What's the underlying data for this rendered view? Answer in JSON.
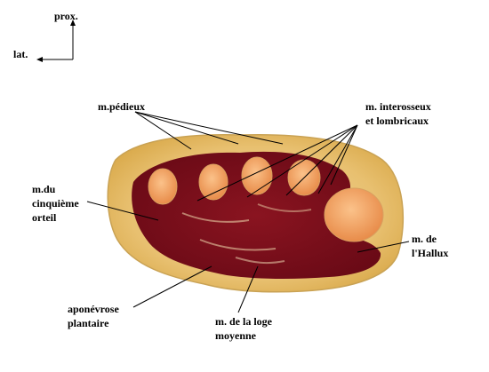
{
  "orientation": {
    "proximal": "prox.",
    "lateral": "lat."
  },
  "labels": {
    "pedieux": "m.pédieux",
    "interosseux": "m. interosseux\net lombricaux",
    "cinquieme": "m.du\ncinquième\norteil",
    "hallux": "m. de\nl'Hallux",
    "aponevrose": "aponévrose\nplantaire",
    "loge_moyenne": "m. de la loge\nmoyenne"
  }
}
